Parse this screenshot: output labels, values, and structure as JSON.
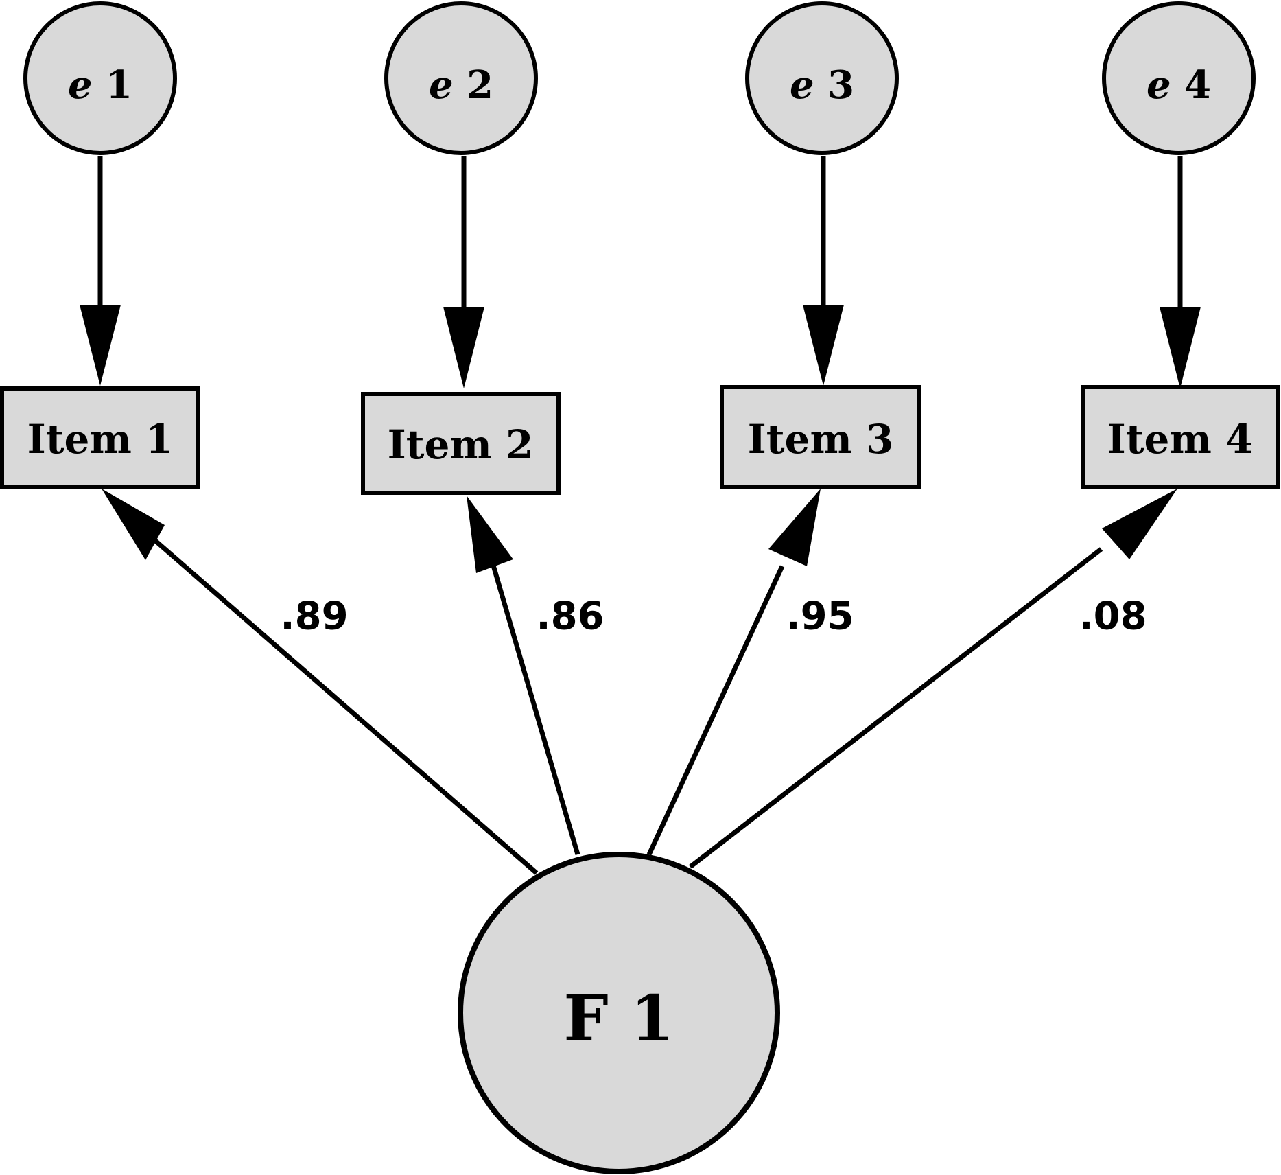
{
  "errors": [
    {
      "prefix": "e",
      "number": "1"
    },
    {
      "prefix": "e",
      "number": "2"
    },
    {
      "prefix": "e",
      "number": "3"
    },
    {
      "prefix": "e",
      "number": "4"
    }
  ],
  "items": [
    "Item 1",
    "Item 2",
    "Item 3",
    "Item 4"
  ],
  "factor": "F 1",
  "loadings": [
    ".89",
    ".86",
    ".95",
    ".08"
  ],
  "colors": {
    "node_fill": "#d9d9d9",
    "stroke": "#000000",
    "background": "#ffffff"
  }
}
